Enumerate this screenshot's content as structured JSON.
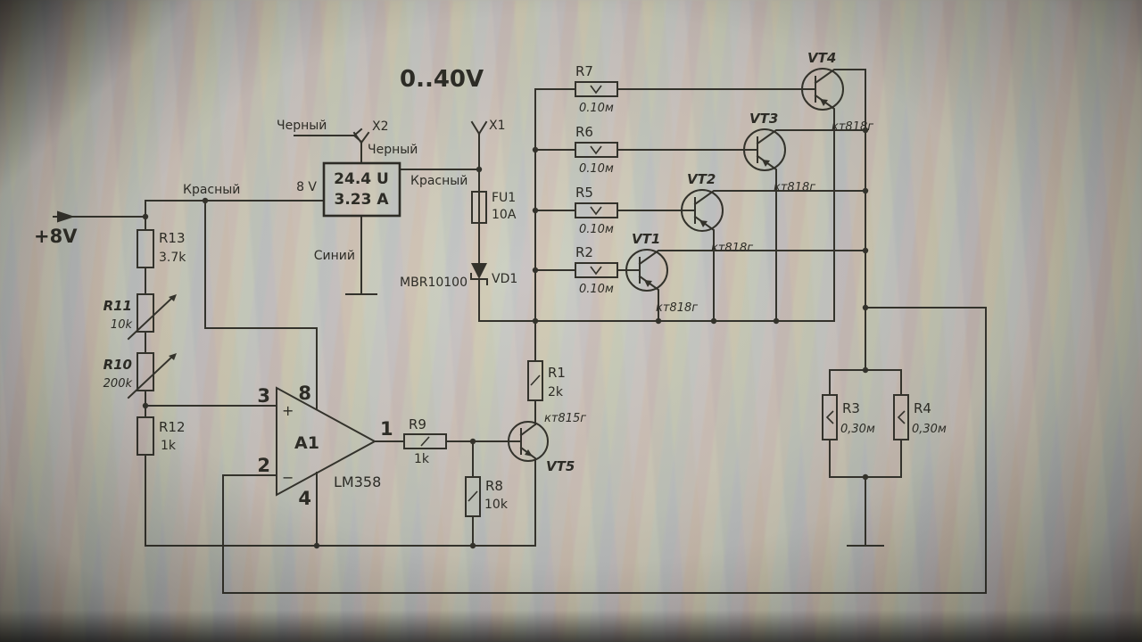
{
  "title": "0..40V",
  "power_label": "+8V",
  "colors": {
    "ink": "#33322b",
    "background": "#bebbb1"
  },
  "wires": {
    "red_left": "Красный",
    "red_right": "Красный",
    "black_top": "Черный",
    "black_mid": "Черный",
    "blue": "Синий",
    "v8": "8 V"
  },
  "connectors": {
    "x1": "X1",
    "x2": "X2"
  },
  "psu": {
    "line1": "24.4 U",
    "line2": "3.23 A"
  },
  "fuse": {
    "ref": "FU1",
    "value": "10A"
  },
  "diode": {
    "part": "MBR10100",
    "ref": "VD1"
  },
  "opamp": {
    "ref": "A1",
    "part": "LM358",
    "pin_noninv": "3",
    "pin_inv": "2",
    "pin_vplus": "8",
    "pin_vminus": "4",
    "pin_out": "1",
    "plus_sign": "+",
    "minus_sign": "−"
  },
  "r": {
    "r1": {
      "ref": "R1",
      "value": "2k"
    },
    "r2": {
      "ref": "R2",
      "value": "0.10м"
    },
    "r3": {
      "ref": "R3",
      "value": "0,30м"
    },
    "r4": {
      "ref": "R4",
      "value": "0,30м"
    },
    "r5": {
      "ref": "R5",
      "value": "0.10м"
    },
    "r6": {
      "ref": "R6",
      "value": "0.10м"
    },
    "r7": {
      "ref": "R7",
      "value": "0.10м"
    },
    "r8": {
      "ref": "R8",
      "value": "10k"
    },
    "r9": {
      "ref": "R9",
      "value": "1k"
    },
    "r10": {
      "ref": "R10",
      "value": "200k"
    },
    "r11": {
      "ref": "R11",
      "value": "10k"
    },
    "r12": {
      "ref": "R12",
      "value": "1k"
    },
    "r13": {
      "ref": "R13",
      "value": "3.7k"
    }
  },
  "vt": {
    "vt1": {
      "ref": "VT1",
      "part": "кт818г"
    },
    "vt2": {
      "ref": "VT2",
      "part": "кт818г"
    },
    "vt3": {
      "ref": "VT3",
      "part": "кт818г"
    },
    "vt4": {
      "ref": "VT4",
      "part": "кт818г"
    },
    "vt5": {
      "ref": "VT5",
      "part": "кт815г"
    }
  }
}
